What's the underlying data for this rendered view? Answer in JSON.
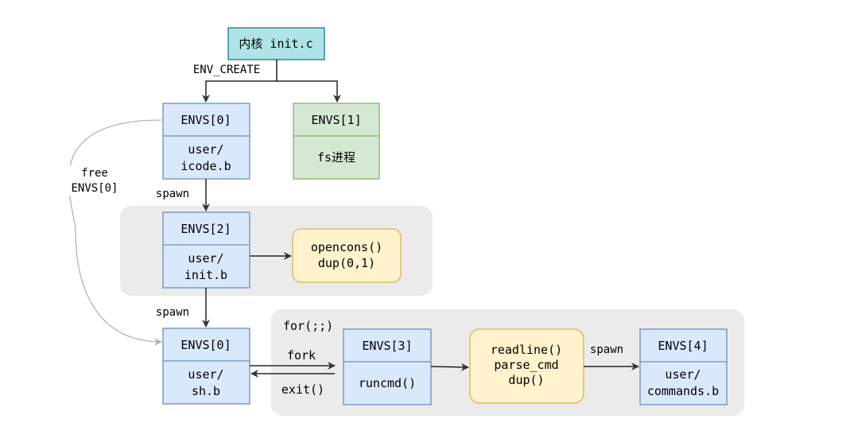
{
  "kernel": {
    "label": "内核 init.c",
    "color": "#b0e3e6",
    "border": "#0e8088"
  },
  "edges": {
    "env_create": "ENV_CREATE",
    "spawn_1": "spawn",
    "spawn_2": "spawn",
    "free": [
      "free",
      "ENVS[0]"
    ],
    "fork": "fork",
    "exit": "exit()",
    "spawn_3": "spawn"
  },
  "groups": {
    "loop_label": "for(;;)"
  },
  "envs0_icode": {
    "header": "ENVS[0]",
    "body": [
      "user/",
      "icode.b"
    ]
  },
  "envs1_fs": {
    "header": "ENVS[1]",
    "body": [
      "fs进程"
    ]
  },
  "envs2_init": {
    "header": "ENVS[2]",
    "body": [
      "user/",
      "init.b"
    ]
  },
  "opencons_note": {
    "lines": [
      "opencons()",
      "dup(0,1)"
    ]
  },
  "envs0_sh": {
    "header": "ENVS[0]",
    "body": [
      "user/",
      "sh.b"
    ]
  },
  "envs3_runcmd": {
    "header": "ENVS[3]",
    "body": [
      "runcmd()"
    ]
  },
  "readline_note": {
    "lines": [
      "readline()",
      "parse_cmd",
      "dup()"
    ]
  },
  "envs4_commands": {
    "header": "ENVS[4]",
    "body": [
      "user/",
      "commands.b"
    ]
  },
  "colors": {
    "blue_fill": "#dae8fc",
    "blue_border": "#6c8ebf",
    "green_fill": "#d5e8d4",
    "green_border": "#82b366",
    "yellow_fill": "#fff2cc",
    "yellow_border": "#d6b656",
    "group_fill": "#ebebeb",
    "arrow": "#333333",
    "free_arrow": "#b3b3b3"
  }
}
